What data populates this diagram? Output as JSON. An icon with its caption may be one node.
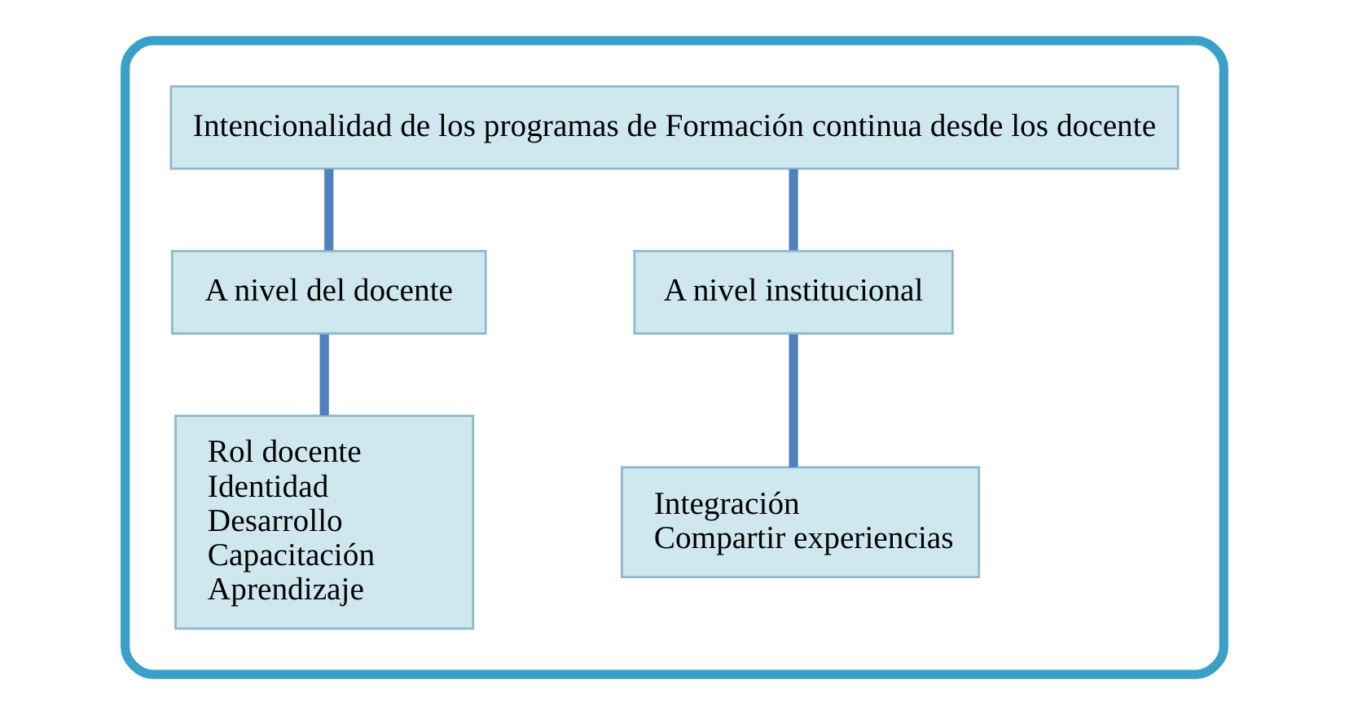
{
  "diagram": {
    "nodes": [
      {
        "text": [],
        "shape": "box"
      },
      {
        "text": [
          "Intencionalidad de los programas de Formación continua desde los docente"
        ],
        "in": 0
      },
      {
        "text": [
          "A nivel del docente"
        ],
        "in": 0
      },
      {
        "text": [
          "A nivel institucional"
        ],
        "in": 0
      },
      {
        "text": [
          "Rol docente",
          "Identidad",
          "Desarrollo",
          "Capacitación",
          "Aprendizaje"
        ],
        "in": 0
      },
      {
        "text": [
          "Integración",
          "Compartir experiencias"
        ],
        "in": 0
      }
    ],
    "edges": [
      {
        "from": 1,
        "to": 2,
        "arrow": "none"
      },
      {
        "from": 1,
        "to": 3,
        "arrow": "none"
      },
      {
        "from": 2,
        "to": 4,
        "arrow": "none"
      },
      {
        "from": 3,
        "to": 5,
        "arrow": "none"
      }
    ]
  }
}
